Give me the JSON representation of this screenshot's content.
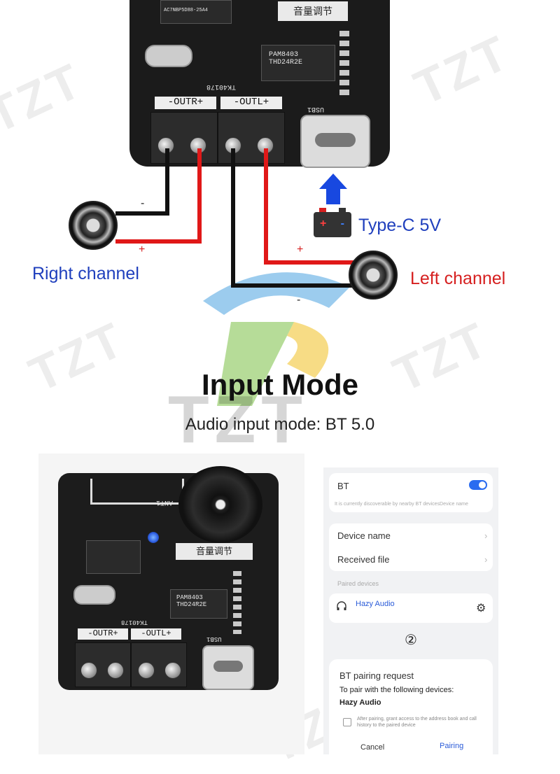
{
  "board_top": {
    "out_r": "-OUTR+",
    "out_l": "-OUTL+",
    "pam_chip": "PAM8403",
    "pam_code": "THD24R2E",
    "usb": "USB1",
    "tk": "TK40178",
    "ac_chip": "AC7NBP5D88-25A4",
    "volume": "音量调节"
  },
  "wiring": {
    "right_channel": "Right channel",
    "left_channel": "Left channel",
    "power": "Type-C 5V",
    "minus": "-",
    "plus": "+",
    "battery_plus": "+",
    "battery_minus": "-"
  },
  "headline": {
    "title": "Input Mode",
    "subtitle": "Audio input mode: BT 5.0"
  },
  "watermark": "TZT",
  "board_bottom": {
    "out_r": "-OUTR+",
    "out_l": "-OUTL+",
    "pam_chip": "PAM8403",
    "pam_code": "THD24R2E",
    "usb": "USB1",
    "tk": "TK40178",
    "ant": "ANT1",
    "volume": "音量调节"
  },
  "phone": {
    "bt_label": "BT",
    "bt_hint": "It is currently discoverable by nearby BT devicesDevice name",
    "device_name": "Device name",
    "received_file": "Received file",
    "paired_devices": "Paired devices",
    "paired_name": "Hazy Audio",
    "step": "②",
    "request_title": "BT pairing request",
    "request_text": "To pair with the following devices:",
    "request_device": "Hazy Audio",
    "checkbox_text": "After pairing, grant access to the address book and call history to the paired device",
    "cancel": "Cancel",
    "pairing": "Pairing"
  },
  "colors": {
    "label_blue": "#1f3fbd",
    "label_red": "#d62020",
    "arrow_blue": "#1848e0",
    "toggle_blue": "#2a6cf0",
    "board": "#1b1b1b"
  }
}
